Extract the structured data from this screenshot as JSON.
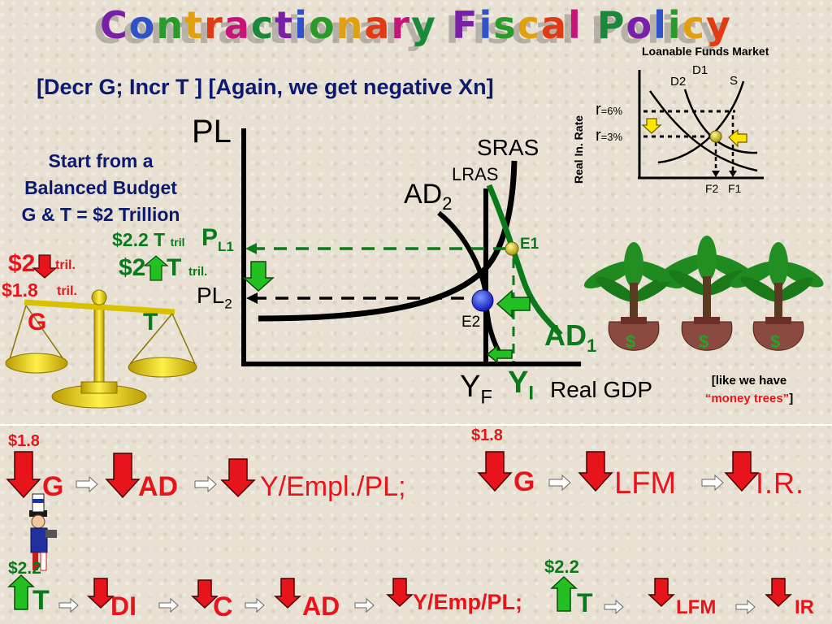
{
  "title": "Contractionary Fiscal Policy",
  "title_colors": [
    "#7a1fa8",
    "#2f52c8",
    "#2a9a2a",
    "#e0a010",
    "#e23a14",
    "#c81478",
    "#1a8a3a"
  ],
  "subtitle": "[Decr G;  Incr T ] [Again, we get negative Xn]",
  "start_lines": [
    "Start from a",
    "Balanced Budget",
    "G & T = $2 Trillion"
  ],
  "scale": {
    "g_top": "$2",
    "g_top_unit": "tril.",
    "g_bottom": "$1.8",
    "g_bottom_unit": "tril.",
    "g_label": "G",
    "t_label": "T",
    "t_top": "$2.2",
    "t_top_sym": "T",
    "t_top_unit": "tril",
    "t_bottom": "$2",
    "t_bottom_sym": "T",
    "t_bottom_unit": "tril."
  },
  "asad": {
    "axis_y": "PL",
    "pl1": "P",
    "pl1_sub": "L1",
    "pl2": "PL",
    "pl2_sub": "2",
    "sras": "SRAS",
    "lras": "LRAS",
    "ad2": "AD",
    "ad2_sub": "2",
    "ad1": "AD",
    "ad1_sub": "1",
    "e1": "E1",
    "e2": "E2",
    "yf": "Y",
    "yf_sub": "F",
    "yi": "Y",
    "yi_sub": "I",
    "xaxis": "Real  GDP"
  },
  "lfm": {
    "title": "Loanable Funds Market",
    "d1": "D1",
    "d2": "D2",
    "s": "S",
    "r6": "r",
    "r6_val": "=6%",
    "r3": "r",
    "r3_val": "=3%",
    "y_axis": "Real  In. Rate",
    "f2": "F2",
    "f1": "F1"
  },
  "money_trees": {
    "line1": "[like we have",
    "line2": "“money trees”",
    "line3": "]",
    "dollar": "$"
  },
  "row1_left": {
    "amount": "$1.8",
    "g": "G",
    "ad": "AD",
    "result": "Y/Empl./PL;"
  },
  "row1_right": {
    "amount": "$1.8",
    "g": "G",
    "lfm": "LFM",
    "ir": "I.R."
  },
  "row2_left": {
    "amount": "$2.2",
    "t": "T",
    "di": "DI",
    "c": "C",
    "ad": "AD",
    "result": "Y/Emp/PL;"
  },
  "row2_right": {
    "amount": "$2.2",
    "t": "T",
    "lfm": "LFM",
    "ir": "IR"
  }
}
